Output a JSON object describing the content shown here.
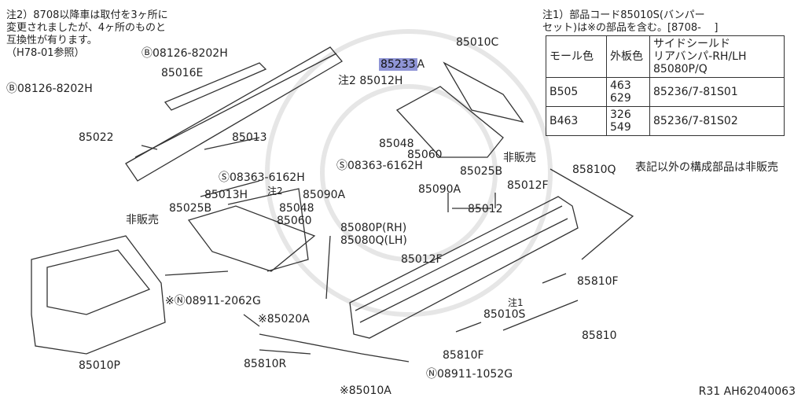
{
  "notes": {
    "note2": "注2）8708以降車は取付を3ヶ所に\n変更されましたが、4ヶ所のものと\n互換性が有ります。\n（H78-01参照）",
    "note1": "注1）部品コード85010S(バンパー\nセット)は※の部品を含む。[8708-    ]",
    "footer_note": "表記以外の構成部品は非販売"
  },
  "table": {
    "headers": [
      "モール色",
      "外板色",
      "サイドシールド\nリアバンパ-RH/LH\n85080P/Q"
    ],
    "rows": [
      [
        "B505",
        "463\n629",
        "85236/7-81S01"
      ],
      [
        "B463",
        "326\n549",
        "85236/7-81S02"
      ]
    ]
  },
  "labels": {
    "b08126_top": "Ⓑ08126-8202H",
    "p85016E": "85016E",
    "b08126_left": "Ⓑ08126-8202H",
    "p85022": "85022",
    "p85013": "85013",
    "s08363_mid": "Ⓢ08363-6162H",
    "p85013H": "85013H",
    "note2_tag": "注2",
    "p85090A_mid": "85090A",
    "p85025B_left": "85025B",
    "p85048_mid": "85048",
    "hibaibai_left": "非販売",
    "p85060_mid": "85060",
    "p85080PQ": "85080P(RH)\n85080Q(LH)",
    "n08911_2062G": "※Ⓝ08911-2062G",
    "p85020A": "※85020A",
    "p85810R": "85810R",
    "p85010P": "85010P",
    "p85233A_hl": "85233",
    "p85233A_suffix": "A",
    "note2_85012H": "注2 85012H",
    "p85010C": "85010C",
    "p85048_right": "85048",
    "p85060_right": "85060",
    "s08363_right": "Ⓢ08363-6162H",
    "hibaibai_right": "非販売",
    "p85025B_right": "85025B",
    "p85090A_right": "85090A",
    "p85012F_top": "85012F",
    "p85012": "85012",
    "p85810Q": "85810Q",
    "p85012F_mid": "85012F",
    "p85810F_right": "85810F",
    "note1_tag": "注1",
    "p85010S": "85010S",
    "p85810F_bot": "85810F",
    "p85810": "85810",
    "n08911_1052G": "Ⓝ08911-1052G",
    "p85010A": "※85010A"
  },
  "footer": {
    "code": "R31  AH62040063"
  },
  "colors": {
    "line": "#333333",
    "highlight": "#8f95d6",
    "watermark": "#e8e8e8"
  }
}
